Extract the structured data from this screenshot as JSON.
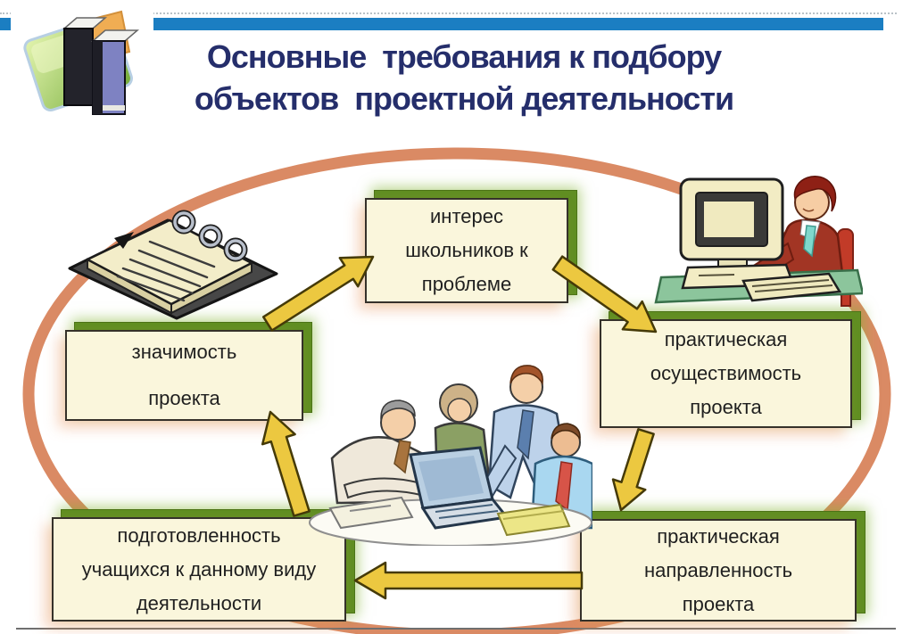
{
  "slide": {
    "title": {
      "line1": "Основные  требования к подбору",
      "line2": "объектов  проектной деятельности",
      "color": "#252e6b"
    },
    "accent_bar_color": "#1b7ec2"
  },
  "diagram": {
    "type": "cycle",
    "cycle_ring_color": "#d8845c",
    "arrow_color": "#ecc840",
    "node_fill": "#faf6dc",
    "node_shadow_color": "#608e22",
    "nodes": [
      {
        "id": "interest",
        "lines": [
          "интерес",
          "школьников к",
          "проблеме"
        ]
      },
      {
        "id": "feasibility",
        "lines": [
          "практическая",
          "осуществимость",
          "проекта"
        ]
      },
      {
        "id": "practical-orientation",
        "lines": [
          "практическая",
          "направленность",
          "проекта"
        ]
      },
      {
        "id": "readiness",
        "lines": [
          "подготовленность",
          "учащихся к данному виду",
          "деятельности"
        ]
      },
      {
        "id": "significance",
        "lines": [
          "значимость",
          "проекта"
        ]
      }
    ],
    "flow": [
      "significance → interest",
      "interest → feasibility",
      "feasibility → practical-orientation",
      "practical-orientation → readiness",
      "readiness → significance"
    ],
    "illustrations": [
      "folder-with-books",
      "spiral-notebook",
      "person-at-computer",
      "team-around-laptop"
    ]
  }
}
